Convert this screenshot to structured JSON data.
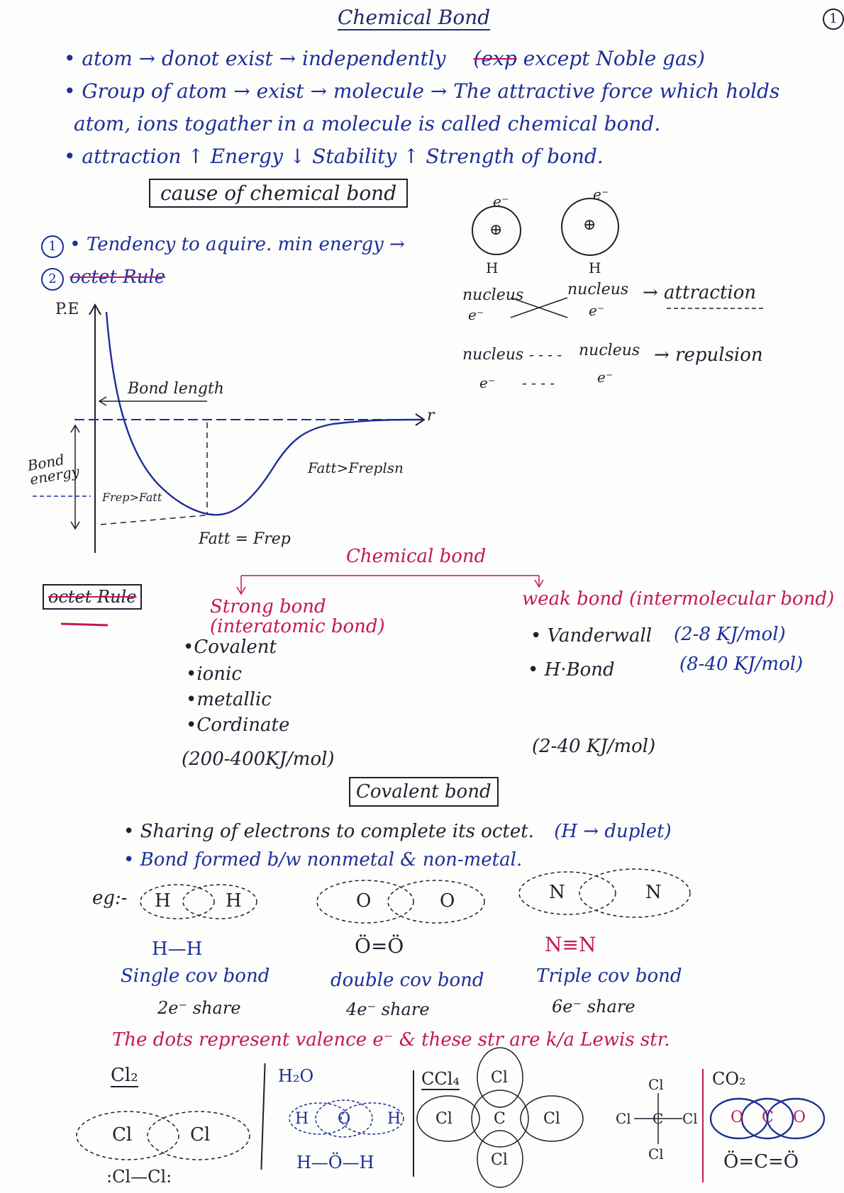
{
  "header": {
    "title": "Chemical Bond",
    "page_no": "1"
  },
  "intro": {
    "l1": "• atom → donot exist → independently",
    "l1_crossed": "(exp",
    "l1_tail": "except Noble gas)",
    "l2a": "• Group of atom → exist → molecule → The attractive force which holds",
    "l2b": "atom, ions togather in a molecule is called chemical bond.",
    "l3": "• attraction ↑   Energy ↓   Stability ↑   Strength of bond."
  },
  "cause": {
    "box": "cause of chemical bond",
    "item1_num": "1",
    "item1": "• Tendency to aquire. min energy →",
    "item2_num": "2",
    "item2": "octet Rule"
  },
  "atoms": {
    "electron": "e⁻",
    "plus": "⊕",
    "h_left": "H",
    "h_right": "H",
    "nucleus_l": "nucleus",
    "e_l": "e⁻",
    "nucleus_r": "nucleus",
    "e_r": "e⁻",
    "attraction": "→ attraction",
    "rep_nucleus_l": "nucleus",
    "rep_dash1": "- - - -",
    "rep_nucleus_r": "nucleus",
    "rep_e_l": "e⁻",
    "rep_dash2": "- - - -",
    "rep_e_r": "e⁻",
    "repulsion": "→ repulsion"
  },
  "graph": {
    "ylabel": "P.E",
    "xlabel": "r",
    "bond_length": "Bond length",
    "bond_energy": "Bond energy",
    "frep": "Frep>Fatt",
    "fatt": "Fatt>Freplsn",
    "eq": "Fatt = Frep"
  },
  "classification": {
    "root": "Chemical bond",
    "octet_box": "octet Rule",
    "strong": "Strong bond (interatomic bond)",
    "strong_items": [
      "•Covalent",
      "•ionic",
      "•metallic",
      "•Cordinate"
    ],
    "strong_range": "(200-400KJ/mol)",
    "weak": "weak bond (intermolecular bond)",
    "weak_items": [
      "• Vanderwall",
      "• H·Bond"
    ],
    "weak_values": [
      "(2-8 KJ/mol)",
      "(8-40 KJ/mol)"
    ],
    "weak_range": "(2-40 KJ/mol)"
  },
  "covalent": {
    "box": "Covalent bond",
    "p1": "• Sharing of electrons to complete its octet.",
    "p1_tail": "(H → duplet)",
    "p2": "• Bond formed b/w nonmetal & non-metal.",
    "eg": "eg:-",
    "h_atom": "H",
    "o_atom": "O",
    "n_atom": "N",
    "h2": "H—H",
    "o2": "Ö=Ö",
    "n2": "N≡N",
    "single": "Single cov bond",
    "double": "double cov bond",
    "triple": "Triple cov bond",
    "share2": "2e⁻ share",
    "share4": "4e⁻ share",
    "share6": "6e⁻ share",
    "note": "The dots represent valence e⁻ & these str are k/a Lewis str."
  },
  "lewis": {
    "cl2": "Cl₂",
    "h2o": "H₂O",
    "ccl4": "CCl₄",
    "co2": "CO₂",
    "cl": "Cl",
    "c": "C",
    "h": "H",
    "o": "O",
    "cl2_line": ":Cl—Cl:",
    "h2o_line": "H—Ö—H",
    "co2_line": "Ö=C=Ö"
  }
}
